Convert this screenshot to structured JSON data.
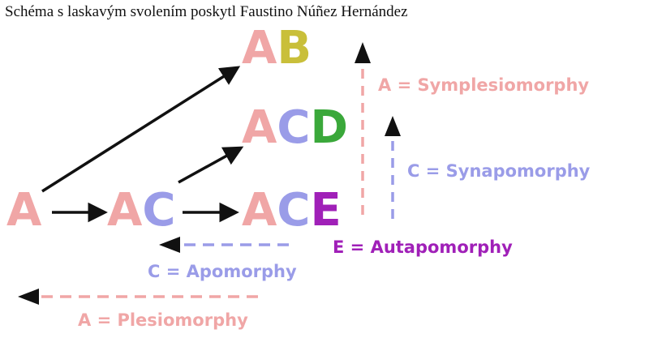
{
  "caption": "Schéma s laskavým svolením poskytl Faustino Núñez Hernández",
  "colors": {
    "a": "#f0a6a6",
    "b": "#c9bf3a",
    "c": "#9a9ce8",
    "d": "#3aa83a",
    "e": "#a020b8",
    "arrow": "#111111"
  },
  "nodes": {
    "a": [
      "A"
    ],
    "ac": [
      "A",
      "C"
    ],
    "ab": [
      "A",
      "B"
    ],
    "acd": [
      "A",
      "C",
      "D"
    ],
    "ace": [
      "A",
      "C",
      "E"
    ]
  },
  "labels": {
    "symplesiomorphy": "A = Symplesiomorphy",
    "synapomorphy": "C = Synapomorphy",
    "autapomorphy": "E = Autapomorphy",
    "apomorphy": "C = Apomorphy",
    "plesiomorphy": "A = Plesiomorphy"
  }
}
